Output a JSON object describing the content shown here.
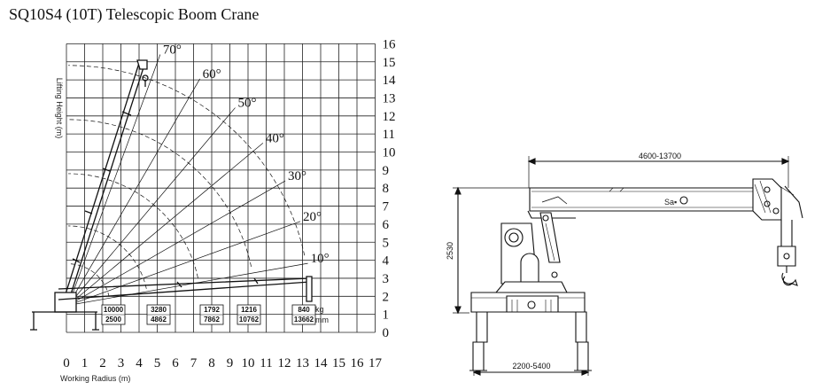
{
  "title": "SQ10S4 (10T) Telescopic Boom Crane",
  "chart": {
    "y_axis_label": "Lifting Height (m)",
    "x_axis_label": "Working Radius (m)",
    "x_ticks": [
      "0",
      "1",
      "2",
      "3",
      "4",
      "5",
      "6",
      "7",
      "8",
      "9",
      "10",
      "11",
      "12",
      "13",
      "14",
      "15",
      "16",
      "17"
    ],
    "y_ticks": [
      "0",
      "1",
      "2",
      "3",
      "4",
      "5",
      "6",
      "7",
      "8",
      "9",
      "10",
      "11",
      "12",
      "13",
      "14",
      "15",
      "16"
    ],
    "angles": [
      "70°",
      "60°",
      "50°",
      "40°",
      "30°",
      "20°",
      "10°"
    ],
    "load_table": [
      {
        "kg": "10000",
        "mm": "2500"
      },
      {
        "kg": "3280",
        "mm": "4862"
      },
      {
        "kg": "1792",
        "mm": "7862"
      },
      {
        "kg": "1216",
        "mm": "10762"
      },
      {
        "kg": "840",
        "mm": "13662"
      }
    ],
    "kg_unit": "kg",
    "mm_unit": "mm"
  },
  "drawing": {
    "boom_length": "4600-13700",
    "height": "2530",
    "outrigger_span": "2200-5400",
    "boom_mark": "Sa▪"
  },
  "colors": {
    "line": "#111111",
    "grid": "#222222",
    "background": "#ffffff"
  }
}
